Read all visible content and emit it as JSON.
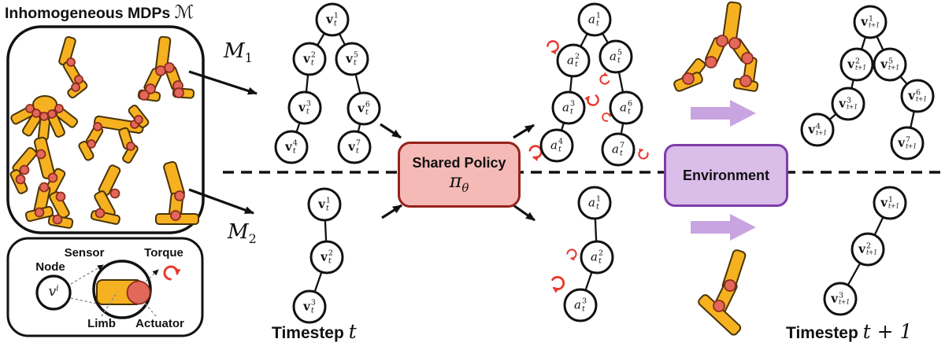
{
  "figure": {
    "title": "Inhomogeneous MDPs",
    "title_symbol": "ℳ",
    "m1_base": "M",
    "m1_sub": "1",
    "m2_base": "M",
    "m2_sub": "2",
    "timestep_left_label": "Timestep",
    "timestep_left_math": "t",
    "timestep_right_label": "Timestep",
    "timestep_right_math": "t + 1"
  },
  "legend": {
    "node_label": "Node",
    "sensor_label": "Sensor",
    "torque_label": "Torque",
    "limb_label": "Limb",
    "actuator_label": "Actuator",
    "node_symbol_base": "v",
    "node_symbol_sup": "i"
  },
  "policy_box": {
    "label": "Shared Policy",
    "symbol_base": "π",
    "symbol_sub": "θ"
  },
  "environment_box": {
    "label": "Environment"
  },
  "trees": {
    "m1_state": {
      "nodes": [
        {
          "b": "v",
          "sup": "1",
          "sub": "t"
        },
        {
          "b": "v",
          "sup": "2",
          "sub": "t"
        },
        {
          "b": "v",
          "sup": "3",
          "sub": "t"
        },
        {
          "b": "v",
          "sup": "4",
          "sub": "t"
        },
        {
          "b": "v",
          "sup": "5",
          "sub": "t"
        },
        {
          "b": "v",
          "sup": "6",
          "sub": "t"
        },
        {
          "b": "v",
          "sup": "7",
          "sub": "t"
        }
      ]
    },
    "m1_action": {
      "nodes": [
        {
          "b": "a",
          "sup": "1",
          "sub": "t"
        },
        {
          "b": "a",
          "sup": "2",
          "sub": "t"
        },
        {
          "b": "a",
          "sup": "3",
          "sub": "t"
        },
        {
          "b": "a",
          "sup": "4",
          "sub": "t"
        },
        {
          "b": "a",
          "sup": "5",
          "sub": "t"
        },
        {
          "b": "a",
          "sup": "6",
          "sub": "t"
        },
        {
          "b": "a",
          "sup": "7",
          "sub": "t"
        }
      ]
    },
    "m1_next": {
      "nodes": [
        {
          "b": "v",
          "sup": "1",
          "sub": "t+1"
        },
        {
          "b": "v",
          "sup": "2",
          "sub": "t+1"
        },
        {
          "b": "v",
          "sup": "3",
          "sub": "t+1"
        },
        {
          "b": "v",
          "sup": "4",
          "sub": "t+1"
        },
        {
          "b": "v",
          "sup": "5",
          "sub": "t+1"
        },
        {
          "b": "v",
          "sup": "6",
          "sub": "t+1"
        },
        {
          "b": "v",
          "sup": "7",
          "sub": "t+1"
        }
      ]
    },
    "m2_state": {
      "nodes": [
        {
          "b": "v",
          "sup": "1",
          "sub": "t"
        },
        {
          "b": "v",
          "sup": "2",
          "sub": "t"
        },
        {
          "b": "v",
          "sup": "3",
          "sub": "t"
        }
      ]
    },
    "m2_action": {
      "nodes": [
        {
          "b": "a",
          "sup": "1",
          "sub": "t"
        },
        {
          "b": "a",
          "sup": "2",
          "sub": "t"
        },
        {
          "b": "a",
          "sup": "3",
          "sub": "t"
        }
      ]
    },
    "m2_next": {
      "nodes": [
        {
          "b": "v",
          "sup": "1",
          "sub": "t+1"
        },
        {
          "b": "v",
          "sup": "2",
          "sub": "t+1"
        },
        {
          "b": "v",
          "sup": "3",
          "sub": "t+1"
        }
      ]
    }
  },
  "colors": {
    "limb_yellow": "#F5B120",
    "joint_red": "#E2685A",
    "policy_fill": "#F6BAB6",
    "policy_border": "#96231B",
    "environment_fill": "#DABDE9",
    "environment_border": "#7E3DA8",
    "transition_arrow_purple": "#C8A5E0",
    "torque_arrow_red": "#E8392F"
  }
}
